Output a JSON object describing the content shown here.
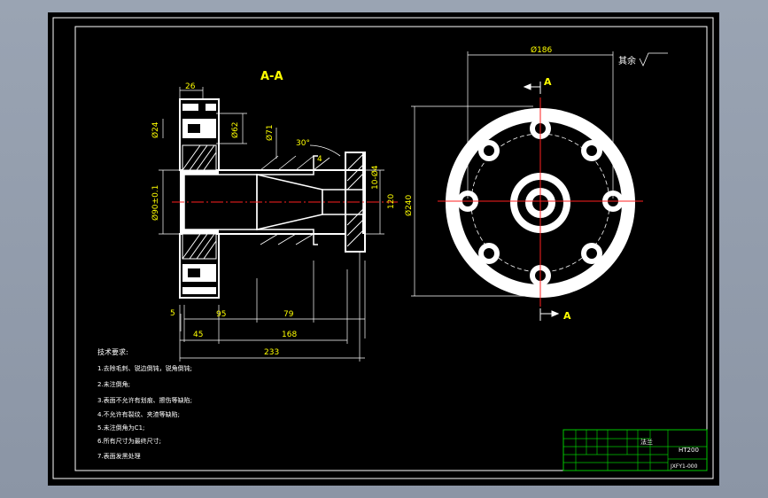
{
  "view_label": "A-A",
  "section_arrow_label": "A",
  "roughness_note": "其余",
  "dims": {
    "d26": "26",
    "d24": "Ø24",
    "d62": "Ø62",
    "d71": "Ø71",
    "d90": "Ø90±0.1",
    "d4": "4",
    "d30": "30°",
    "d10_4": "10-Ø4",
    "d120": "120",
    "d240": "Ø240",
    "d186": "Ø186",
    "h5": "5",
    "h95": "95",
    "h79": "79",
    "h45": "45",
    "h168": "168",
    "h233": "233"
  },
  "notes": {
    "title": "技术要求:",
    "items": [
      "1.去除毛刺、锐边倒钝，锐角倒钝;",
      "2.未注倒角;",
      "3.表面不允许有划痕、擦伤等缺陷;",
      "4.不允许有裂纹、夹渣等缺陷;",
      "5.未注倒角为C1;",
      "6.所有尺寸为最终尺寸;",
      "7.表面发黑处理"
    ]
  },
  "title_block": {
    "part": "法兰",
    "material": "HT200",
    "drawing_no": "JXFY1-000"
  },
  "colors": {
    "paper": "#000000",
    "line": "#ffffff",
    "center": "#ff2020",
    "dim": "#ffff00",
    "title_grid": "#00c800"
  }
}
